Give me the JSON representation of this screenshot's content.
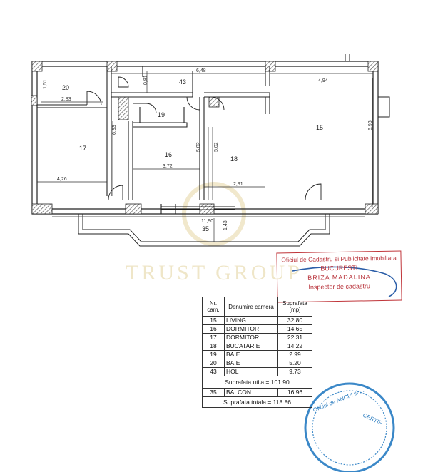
{
  "watermark": "TRUST GROUP",
  "rooms": {
    "r20": "20",
    "r43": "43",
    "r19": "19",
    "r17": "17",
    "r16": "16",
    "r18": "18",
    "r15": "15",
    "r35": "35"
  },
  "dims": {
    "d_151": "1,51",
    "d_283": "2,83",
    "d_081": "0,81",
    "d_648": "6,48",
    "d_494": "4,94",
    "d_693a": "6,93",
    "d_693b": "6,93",
    "d_502a": "5,02",
    "d_502b": "5,02",
    "d_426": "4,26",
    "d_372": "3,72",
    "d_291": "2,91",
    "d_1190": "11,90",
    "d_143": "1,43"
  },
  "stamp": {
    "line1": "Oficiul de Cadastru si Publicitate Imobiliara",
    "line2": "BUCURESTI",
    "line3": "BRIZA MADALINA",
    "line4": "Inspector de cadastru"
  },
  "seal": {
    "text": "Oficiul de ANCPI si ... ",
    "text2": "CERTIF"
  },
  "table": {
    "headers": {
      "nr": "Nr. cam.",
      "den": "Denumire camera",
      "sup": "Suprafata [mp]"
    },
    "rows": [
      {
        "nr": "15",
        "name": "LIVING",
        "area": "32.80"
      },
      {
        "nr": "16",
        "name": "DORMITOR",
        "area": "14.65"
      },
      {
        "nr": "17",
        "name": "DORMITOR",
        "area": "22.31"
      },
      {
        "nr": "18",
        "name": "BUCATARIE",
        "area": "14.22"
      },
      {
        "nr": "19",
        "name": "BAIE",
        "area": "2.99"
      },
      {
        "nr": "20",
        "name": "BAIE",
        "area": "5.20"
      },
      {
        "nr": "43",
        "name": "HOL",
        "area": "9.73"
      }
    ],
    "util": "Suprafata utila = 101.90",
    "balcon": {
      "nr": "35",
      "name": "BALCON",
      "area": "16.96"
    },
    "total": "Suprafata totala = 118.86"
  }
}
